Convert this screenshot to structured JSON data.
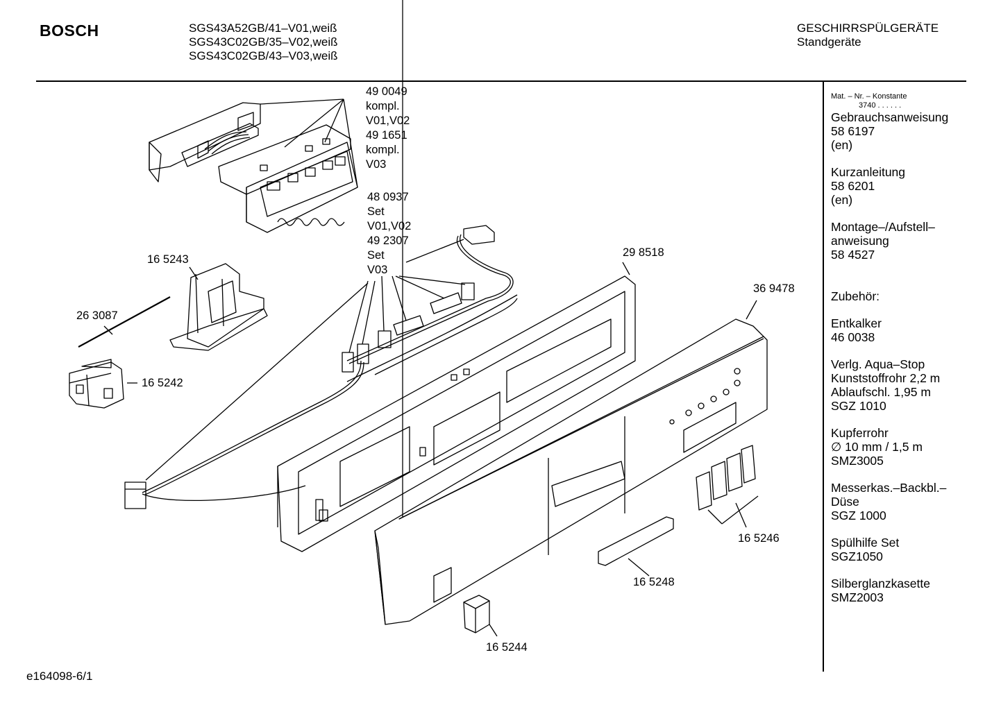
{
  "header": {
    "brand": "BOSCH",
    "models": [
      "SGS43A52GB/41–V01,weiß",
      "SGS43C02GB/35–V02,weiß",
      "SGS43C02GB/43–V03,weiß"
    ],
    "category": "GESCHIRRSPÜLGERÄTE",
    "subcategory": "Standgeräte"
  },
  "callouts": {
    "module": [
      "49 0049",
      "kompl.",
      "V01,V02",
      "49 1651",
      "kompl.",
      "V03"
    ],
    "cable_set": [
      "48 0937",
      "Set",
      "V01,V02",
      "49 2307",
      "Set",
      "V03"
    ]
  },
  "part_labels": {
    "p165243": "16 5243",
    "p263087": "26 3087",
    "p165242": "16 5242",
    "p298518": "29 8518",
    "p369478": "36 9478",
    "p165246": "16 5246",
    "p165248": "16 5248",
    "p165244": "16 5244"
  },
  "sidebar": {
    "mat_header": "Mat. – Nr. – Konstante",
    "mat_const": "3740 . . . . . .",
    "blocks": [
      [
        "Gebrauchsanweisung",
        "58 6197",
        "(en)"
      ],
      [
        "Kurzanleitung",
        "58 6201",
        "(en)"
      ],
      [
        "Montage–/Aufstell–",
        "anweisung",
        "58 4527"
      ],
      [
        "Zubehör:"
      ],
      [
        "Entkalker",
        "46 0038"
      ],
      [
        "Verlg. Aqua–Stop",
        "Kunststoffrohr 2,2 m",
        "Ablaufschl. 1,95 m",
        "SGZ 1010"
      ],
      [
        "Kupferrohr",
        "∅ 10 mm / 1,5 m",
        "SMZ3005"
      ],
      [
        "Messerkas.–Backbl.–",
        "Düse",
        "SGZ 1000"
      ],
      [
        "Spülhilfe Set",
        "SGZ1050"
      ],
      [
        "Silberglanzkasette",
        "SMZ2003"
      ]
    ]
  },
  "footer": {
    "drawing_id": "e164098-6/1"
  }
}
